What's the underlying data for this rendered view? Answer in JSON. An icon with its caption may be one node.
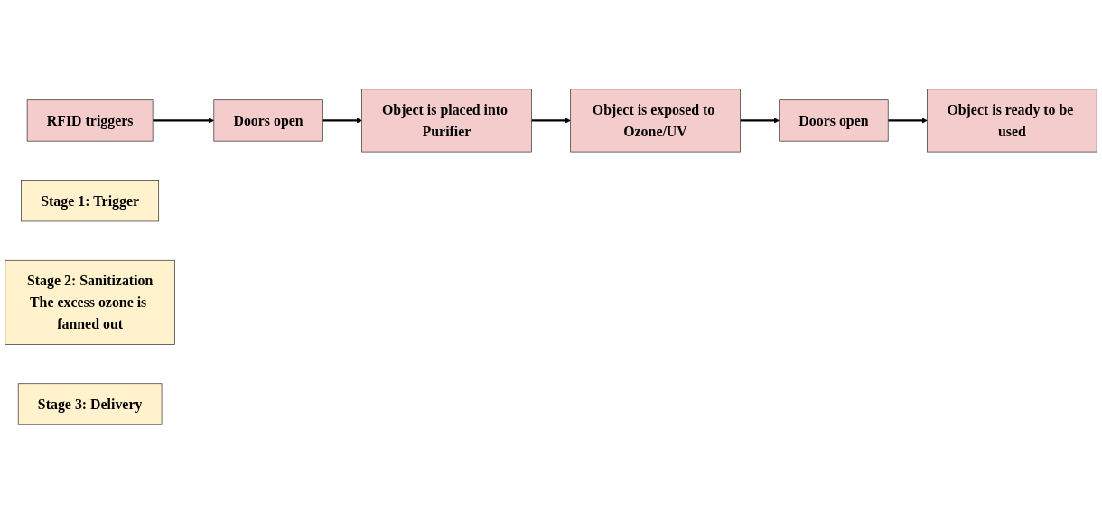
{
  "diagram": {
    "nodes": [
      {
        "text": [
          "RFID triggers"
        ]
      },
      {
        "text": [
          "Doors open"
        ]
      },
      {
        "text": [
          "Object is placed into Purifier"
        ]
      },
      {
        "text": [
          "Object is exposed to Ozone/UV"
        ]
      },
      {
        "text": [
          "Doors open"
        ]
      },
      {
        "text": [
          "Object is ready to be used"
        ]
      },
      {
        "text": [
          "Stage 1: Trigger"
        ]
      },
      {
        "text": [
          "Stage 2: Sanitization",
          "The excess ozone is fanned out"
        ]
      },
      {
        "text": [
          "Stage 3: Delivery"
        ]
      }
    ],
    "edges": [
      {
        "from": 0,
        "to": 1,
        "arrow": "to"
      },
      {
        "from": 1,
        "to": 2,
        "arrow": "to"
      },
      {
        "from": 2,
        "to": 3,
        "arrow": "to"
      },
      {
        "from": 3,
        "to": 4,
        "arrow": "to"
      },
      {
        "from": 4,
        "to": 5,
        "arrow": "to"
      }
    ]
  }
}
